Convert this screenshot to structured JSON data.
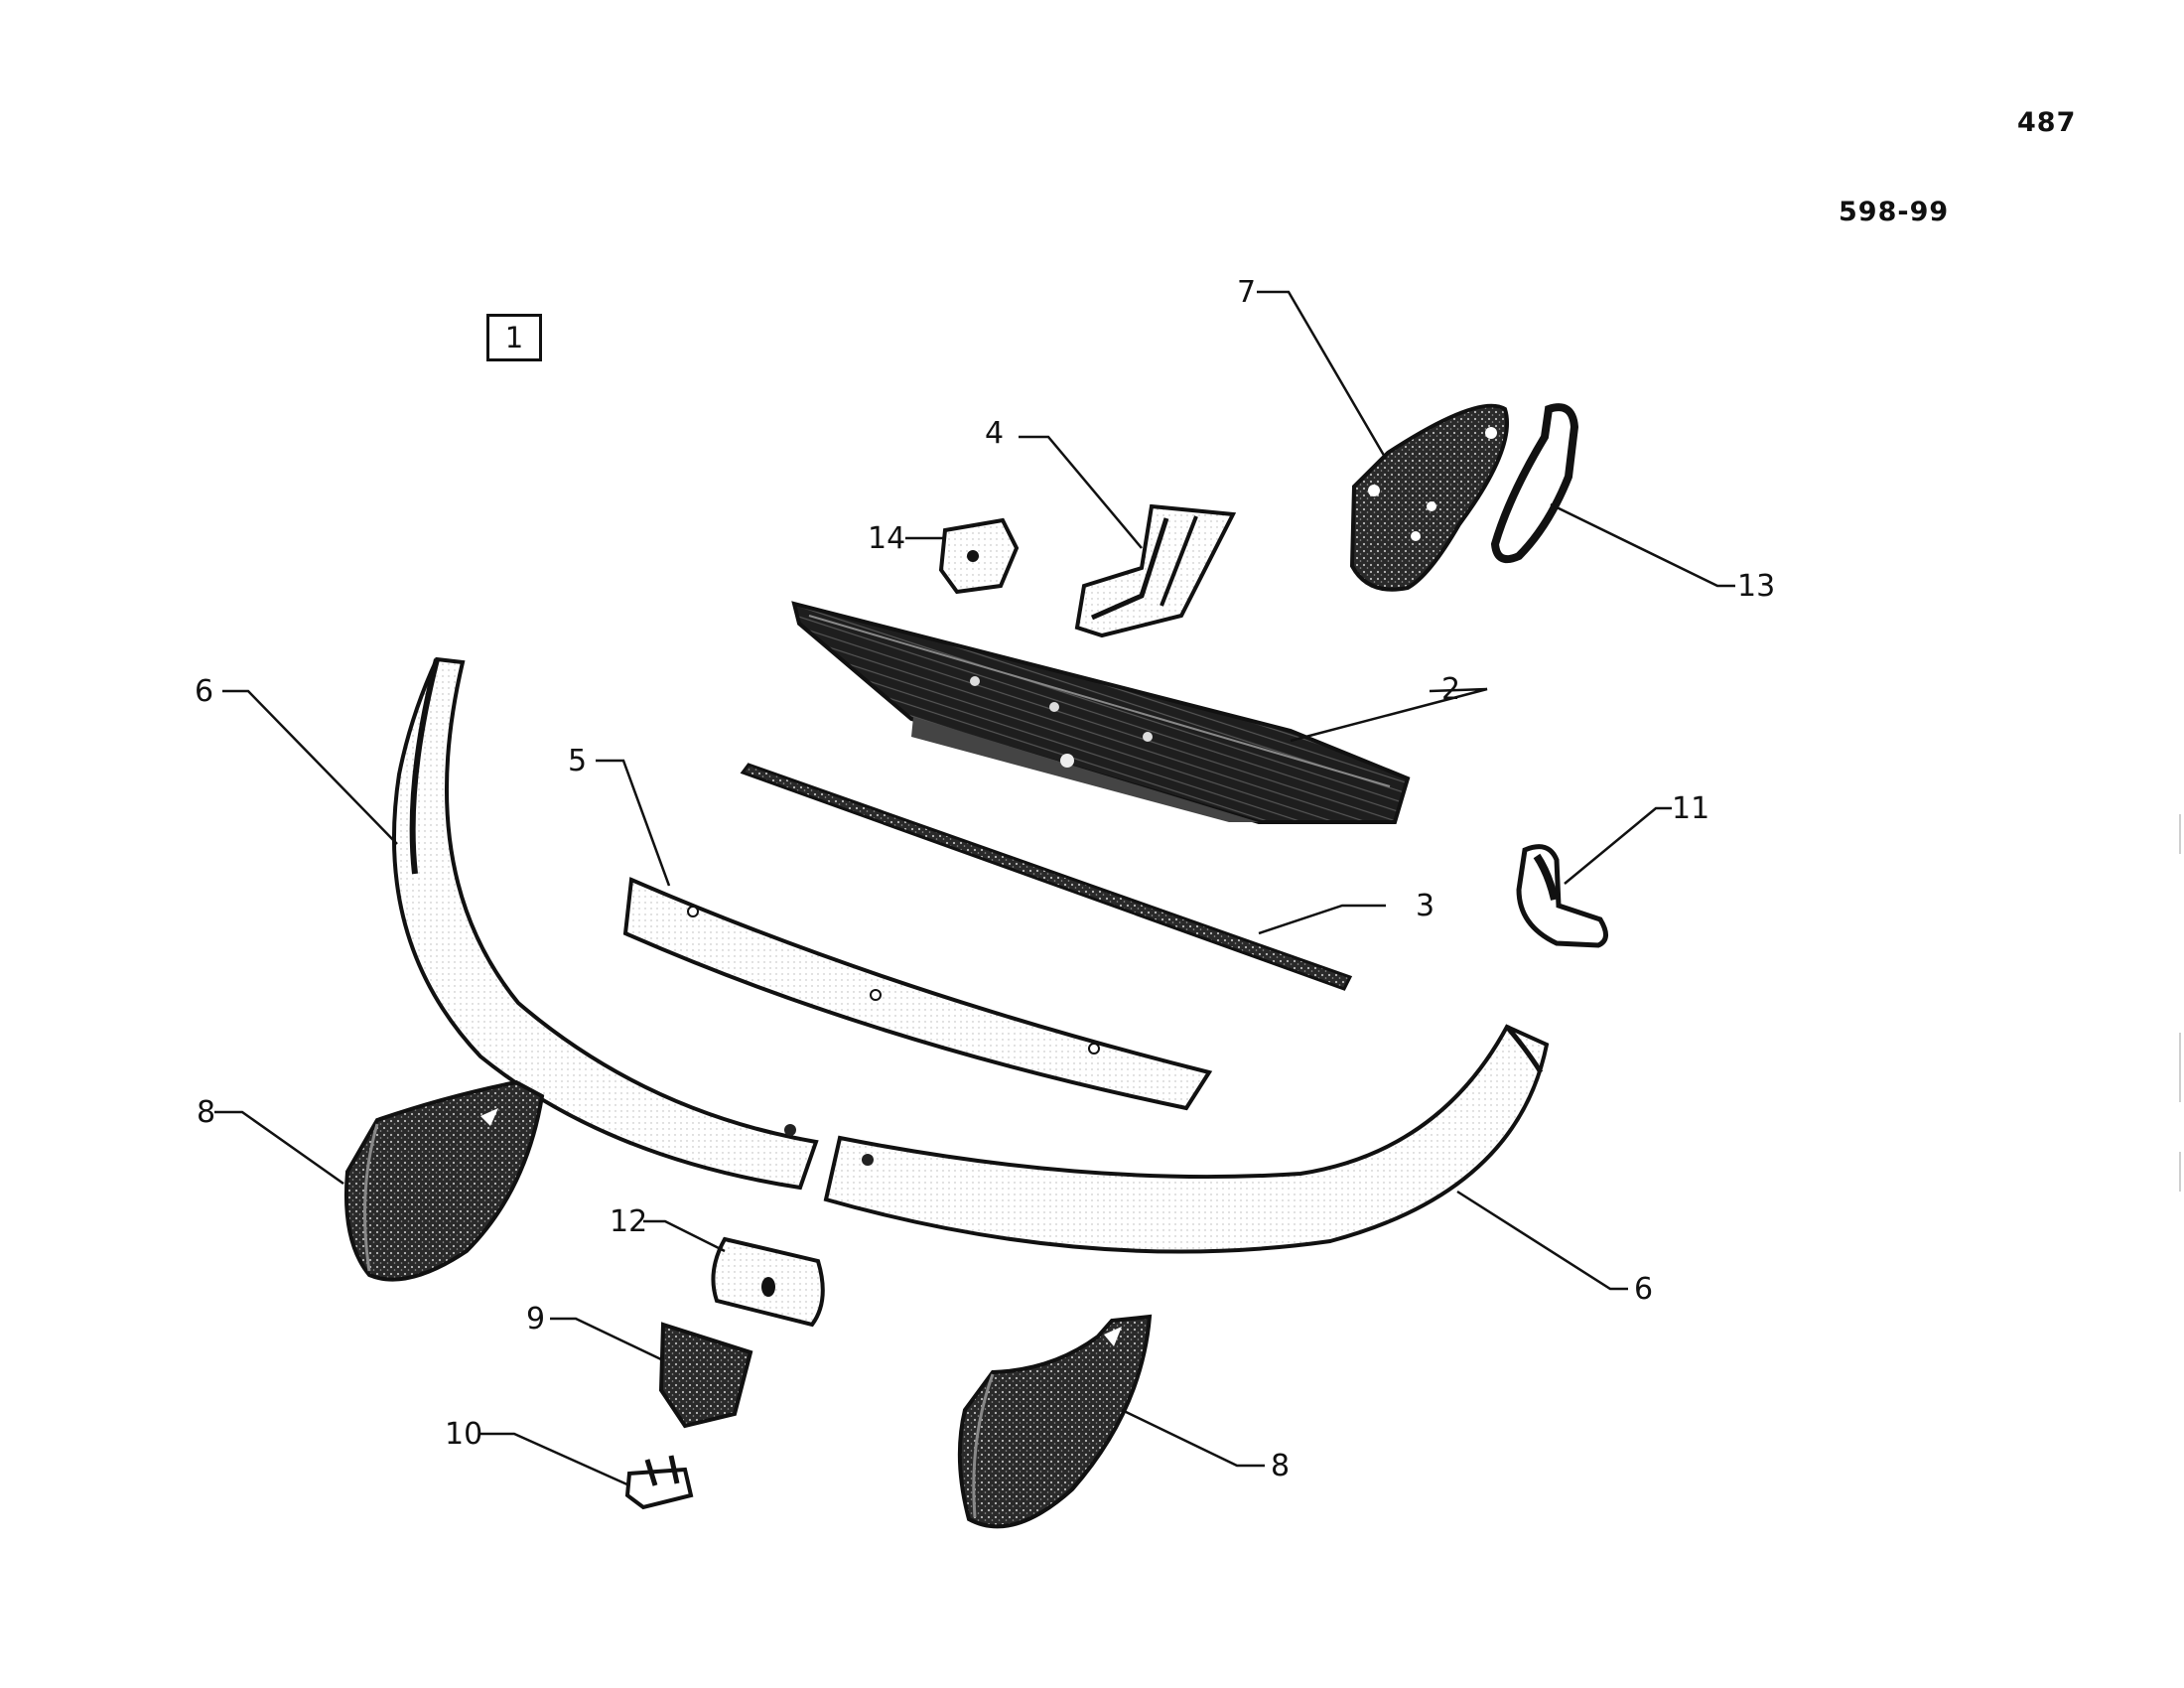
{
  "header": {
    "page_number": "487",
    "page_code": "598-99"
  },
  "group_label": "1",
  "callouts": {
    "c1": "2",
    "c2": "3",
    "c3": "4",
    "c4": "5",
    "c5": "6",
    "c6": "6",
    "c7": "7",
    "c8": "8",
    "c9": "8",
    "c10": "9",
    "c11": "10",
    "c12": "11",
    "c13": "12",
    "c14": "13",
    "c15": "14"
  },
  "colors": {
    "ink": "#111111",
    "paper": "#ffffff",
    "chrome": "#dcdcdc"
  }
}
